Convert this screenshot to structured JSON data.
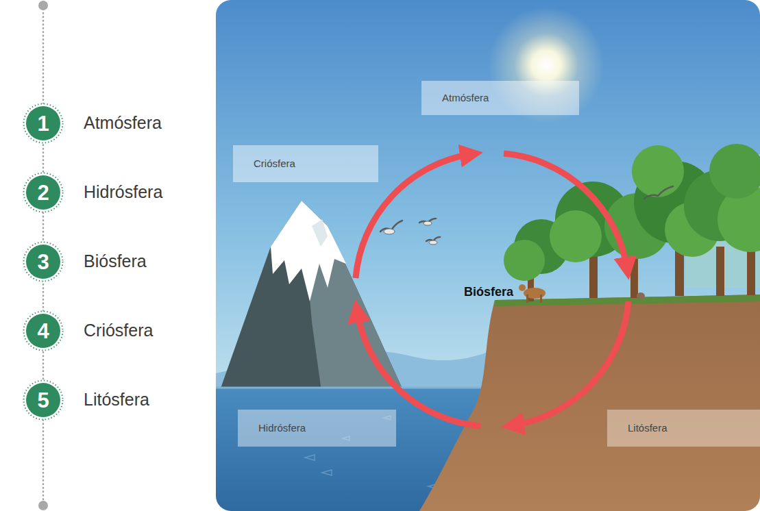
{
  "diagram": {
    "nodes": [
      {
        "text": [
          "1",
          "Atmósfera"
        ]
      },
      {
        "text": [
          "2",
          "Hidrósfera"
        ]
      },
      {
        "text": [
          "3",
          "Biósfera"
        ]
      },
      {
        "text": [
          "4",
          "Criósfera"
        ]
      },
      {
        "text": [
          "5",
          "Litósfera"
        ]
      },
      {
        "text": [
          "Atmósfera"
        ]
      },
      {
        "text": [
          "Criósfera"
        ]
      },
      {
        "text": [
          "Hidrósfera"
        ]
      },
      {
        "text": [
          "Litósfera"
        ]
      }
    ],
    "labels": [
      "Biósfera"
    ]
  }
}
